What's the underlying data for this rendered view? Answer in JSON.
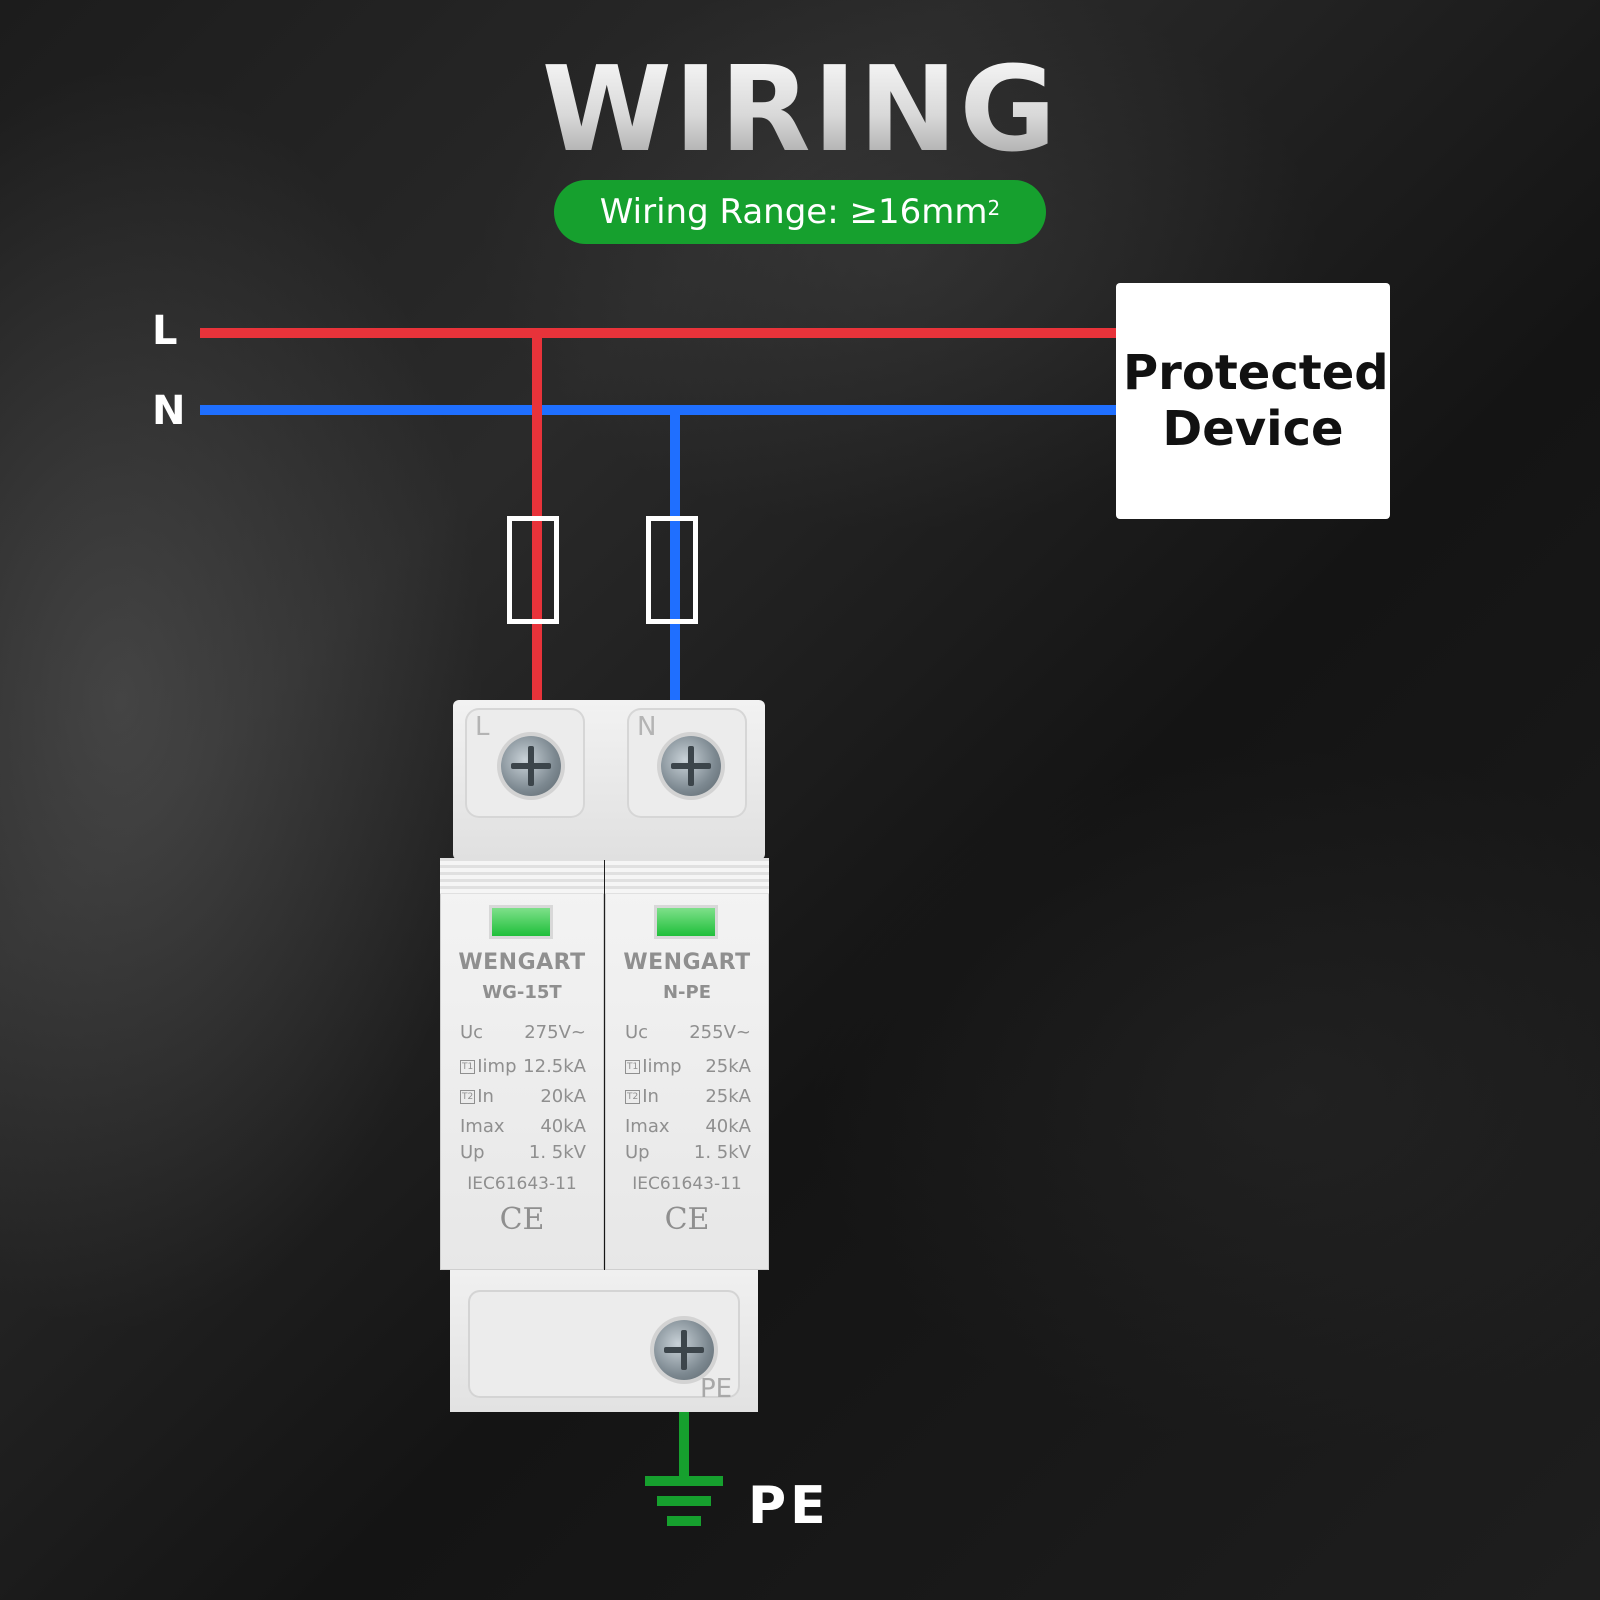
{
  "title": "WIRING",
  "wiring_range": {
    "text": "Wiring Range: ≥16mm",
    "sup": "2"
  },
  "lines": {
    "live": "L",
    "neutral": "N",
    "earth": "PE"
  },
  "protected_device": {
    "line1": "Protected",
    "line2": "Device"
  },
  "colors": {
    "live": "#e8333a",
    "neutral": "#1f6fff",
    "earth": "#16a02e",
    "pill": "#16a02e"
  },
  "spd": {
    "terminals": {
      "left": "L",
      "right": "N",
      "bottom": "PE"
    },
    "modules": [
      {
        "brand": "WENGART",
        "model": "WG-15T",
        "specs": [
          {
            "key": "Uc",
            "tag": "",
            "value": "275V~"
          },
          {
            "key": "Iimp",
            "tag": "T1",
            "value": "12.5kA"
          },
          {
            "key": "In",
            "tag": "T2",
            "value": "20kA"
          },
          {
            "key": "Imax",
            "tag": "",
            "value": "40kA"
          },
          {
            "key": "Up",
            "tag": "",
            "value": "1. 5kV"
          }
        ],
        "standard": "IEC61643-11",
        "mark": "CE"
      },
      {
        "brand": "WENGART",
        "model": "N-PE",
        "specs": [
          {
            "key": "Uc",
            "tag": "",
            "value": "255V~"
          },
          {
            "key": "Iimp",
            "tag": "T1",
            "value": "25kA"
          },
          {
            "key": "In",
            "tag": "T2",
            "value": "25kA"
          },
          {
            "key": "Imax",
            "tag": "",
            "value": "40kA"
          },
          {
            "key": "Up",
            "tag": "",
            "value": "1. 5kV"
          }
        ],
        "standard": "IEC61643-11",
        "mark": "CE"
      }
    ]
  }
}
